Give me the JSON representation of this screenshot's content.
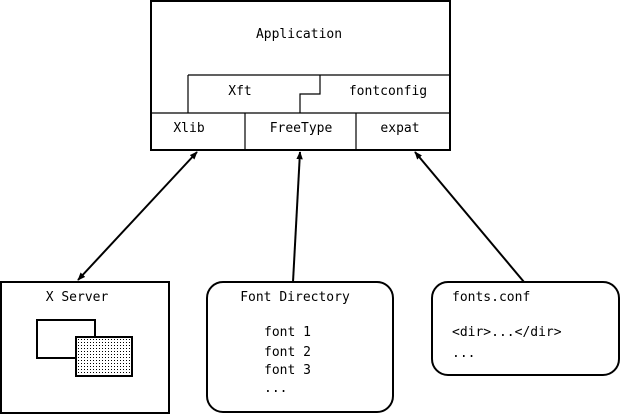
{
  "stack": {
    "application": "Application",
    "xft": "Xft",
    "fontconfig": "fontconfig",
    "xlib": "Xlib",
    "freetype": "FreeType",
    "expat": "expat"
  },
  "xserver": {
    "title": "X Server"
  },
  "font_directory": {
    "title": "Font Directory",
    "lines": [
      "font 1",
      "font 2",
      "font 3",
      "..."
    ]
  },
  "fonts_conf": {
    "title": "fonts.conf",
    "lines": [
      "<dir>...</dir>",
      "..."
    ]
  }
}
